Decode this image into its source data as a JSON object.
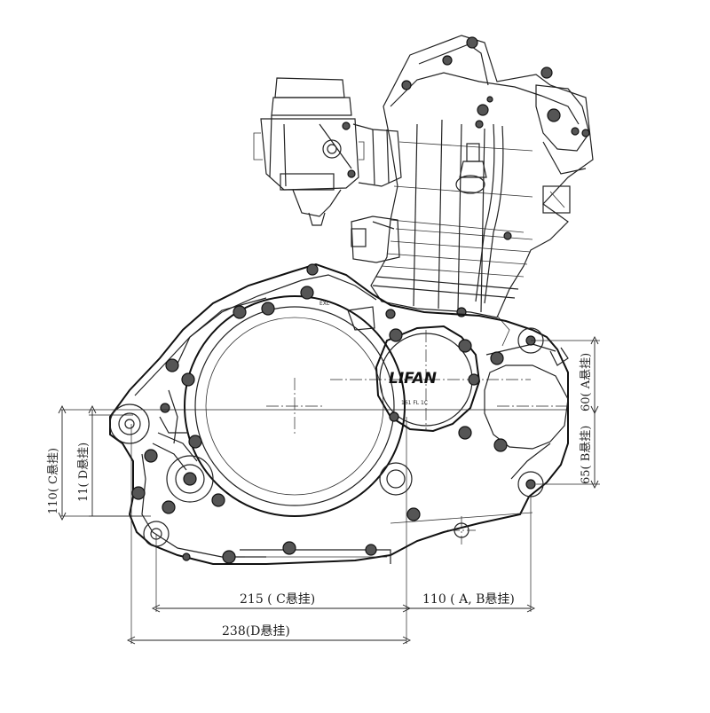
{
  "diagram": {
    "brand_logo": "LIFAN",
    "side_cover_text": "EXL",
    "cover_small_text": "161 FL 1C",
    "dimensions": {
      "bottom_right": "110 ( A, B悬挂)",
      "bottom_mid": "215 ( C悬挂)",
      "bottom_long": "238(D悬挂)",
      "left_outer": "110( C悬挂)",
      "left_inner": "11( D悬挂)",
      "right_upper": "60( A悬挂)",
      "right_lower": "65( B悬挂)"
    }
  }
}
